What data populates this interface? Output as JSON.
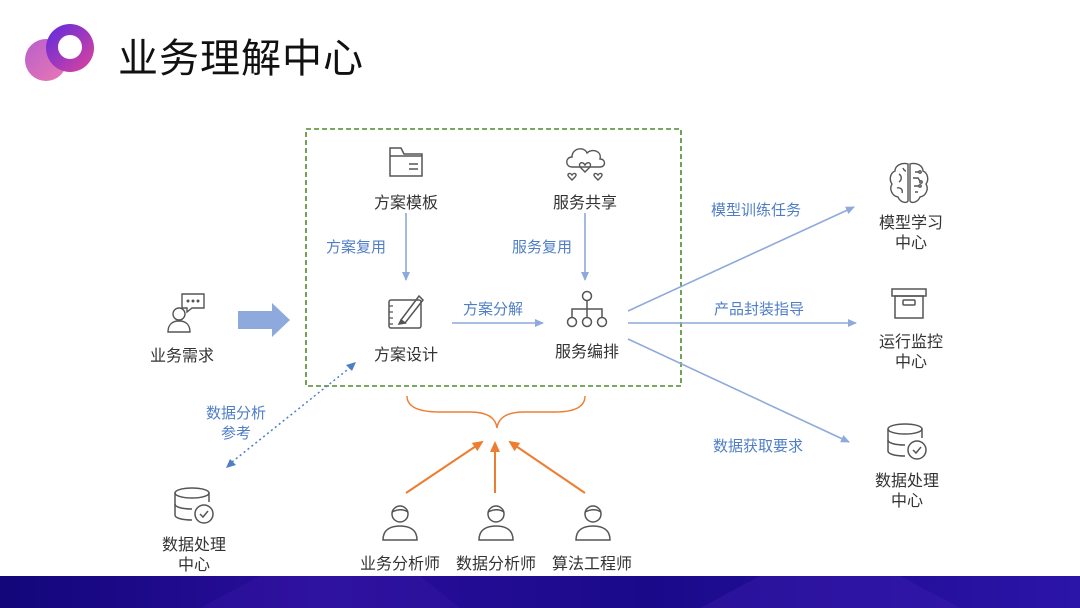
{
  "title": "业务理解中心",
  "colors": {
    "accent_blue": "#4f7ec7",
    "arrow_blue": "#8ea9dc",
    "arrow_orange": "#ed7d31",
    "dashed_green": "#4e8a2e",
    "footer": "#1a0a8a",
    "logo_purple": "#6a2ed8",
    "logo_pink": "#e0449b"
  },
  "nodes": {
    "requirement": "业务需求",
    "template": "方案模板",
    "sharing": "服务共享",
    "design": "方案设计",
    "orchestration": "服务编排",
    "model_center": [
      "模型学习",
      "中心"
    ],
    "ops_center": [
      "运行监控",
      "中心"
    ],
    "data_center_right": [
      "数据处理",
      "中心"
    ],
    "data_center_left": [
      "数据处理",
      "中心"
    ]
  },
  "edge_labels": {
    "reuse_plan": "方案复用",
    "reuse_service": "服务复用",
    "decompose": "方案分解",
    "train_task": "模型训练任务",
    "package_guide": "产品封装指导",
    "data_require": "数据获取要求",
    "data_reference": [
      "数据分析",
      "参考"
    ]
  },
  "roles": [
    "业务分析师",
    "数据分析师",
    "算法工程师"
  ],
  "icons": {
    "requirement": "person-chat-icon",
    "template": "folder-icon",
    "sharing": "cloud-hearts-icon",
    "design": "drawing-tablet-icon",
    "orchestration": "hierarchy-icon",
    "model_center": "brain-icon",
    "ops_center": "archive-box-icon",
    "data_center": "database-check-icon",
    "role": "person-icon"
  }
}
